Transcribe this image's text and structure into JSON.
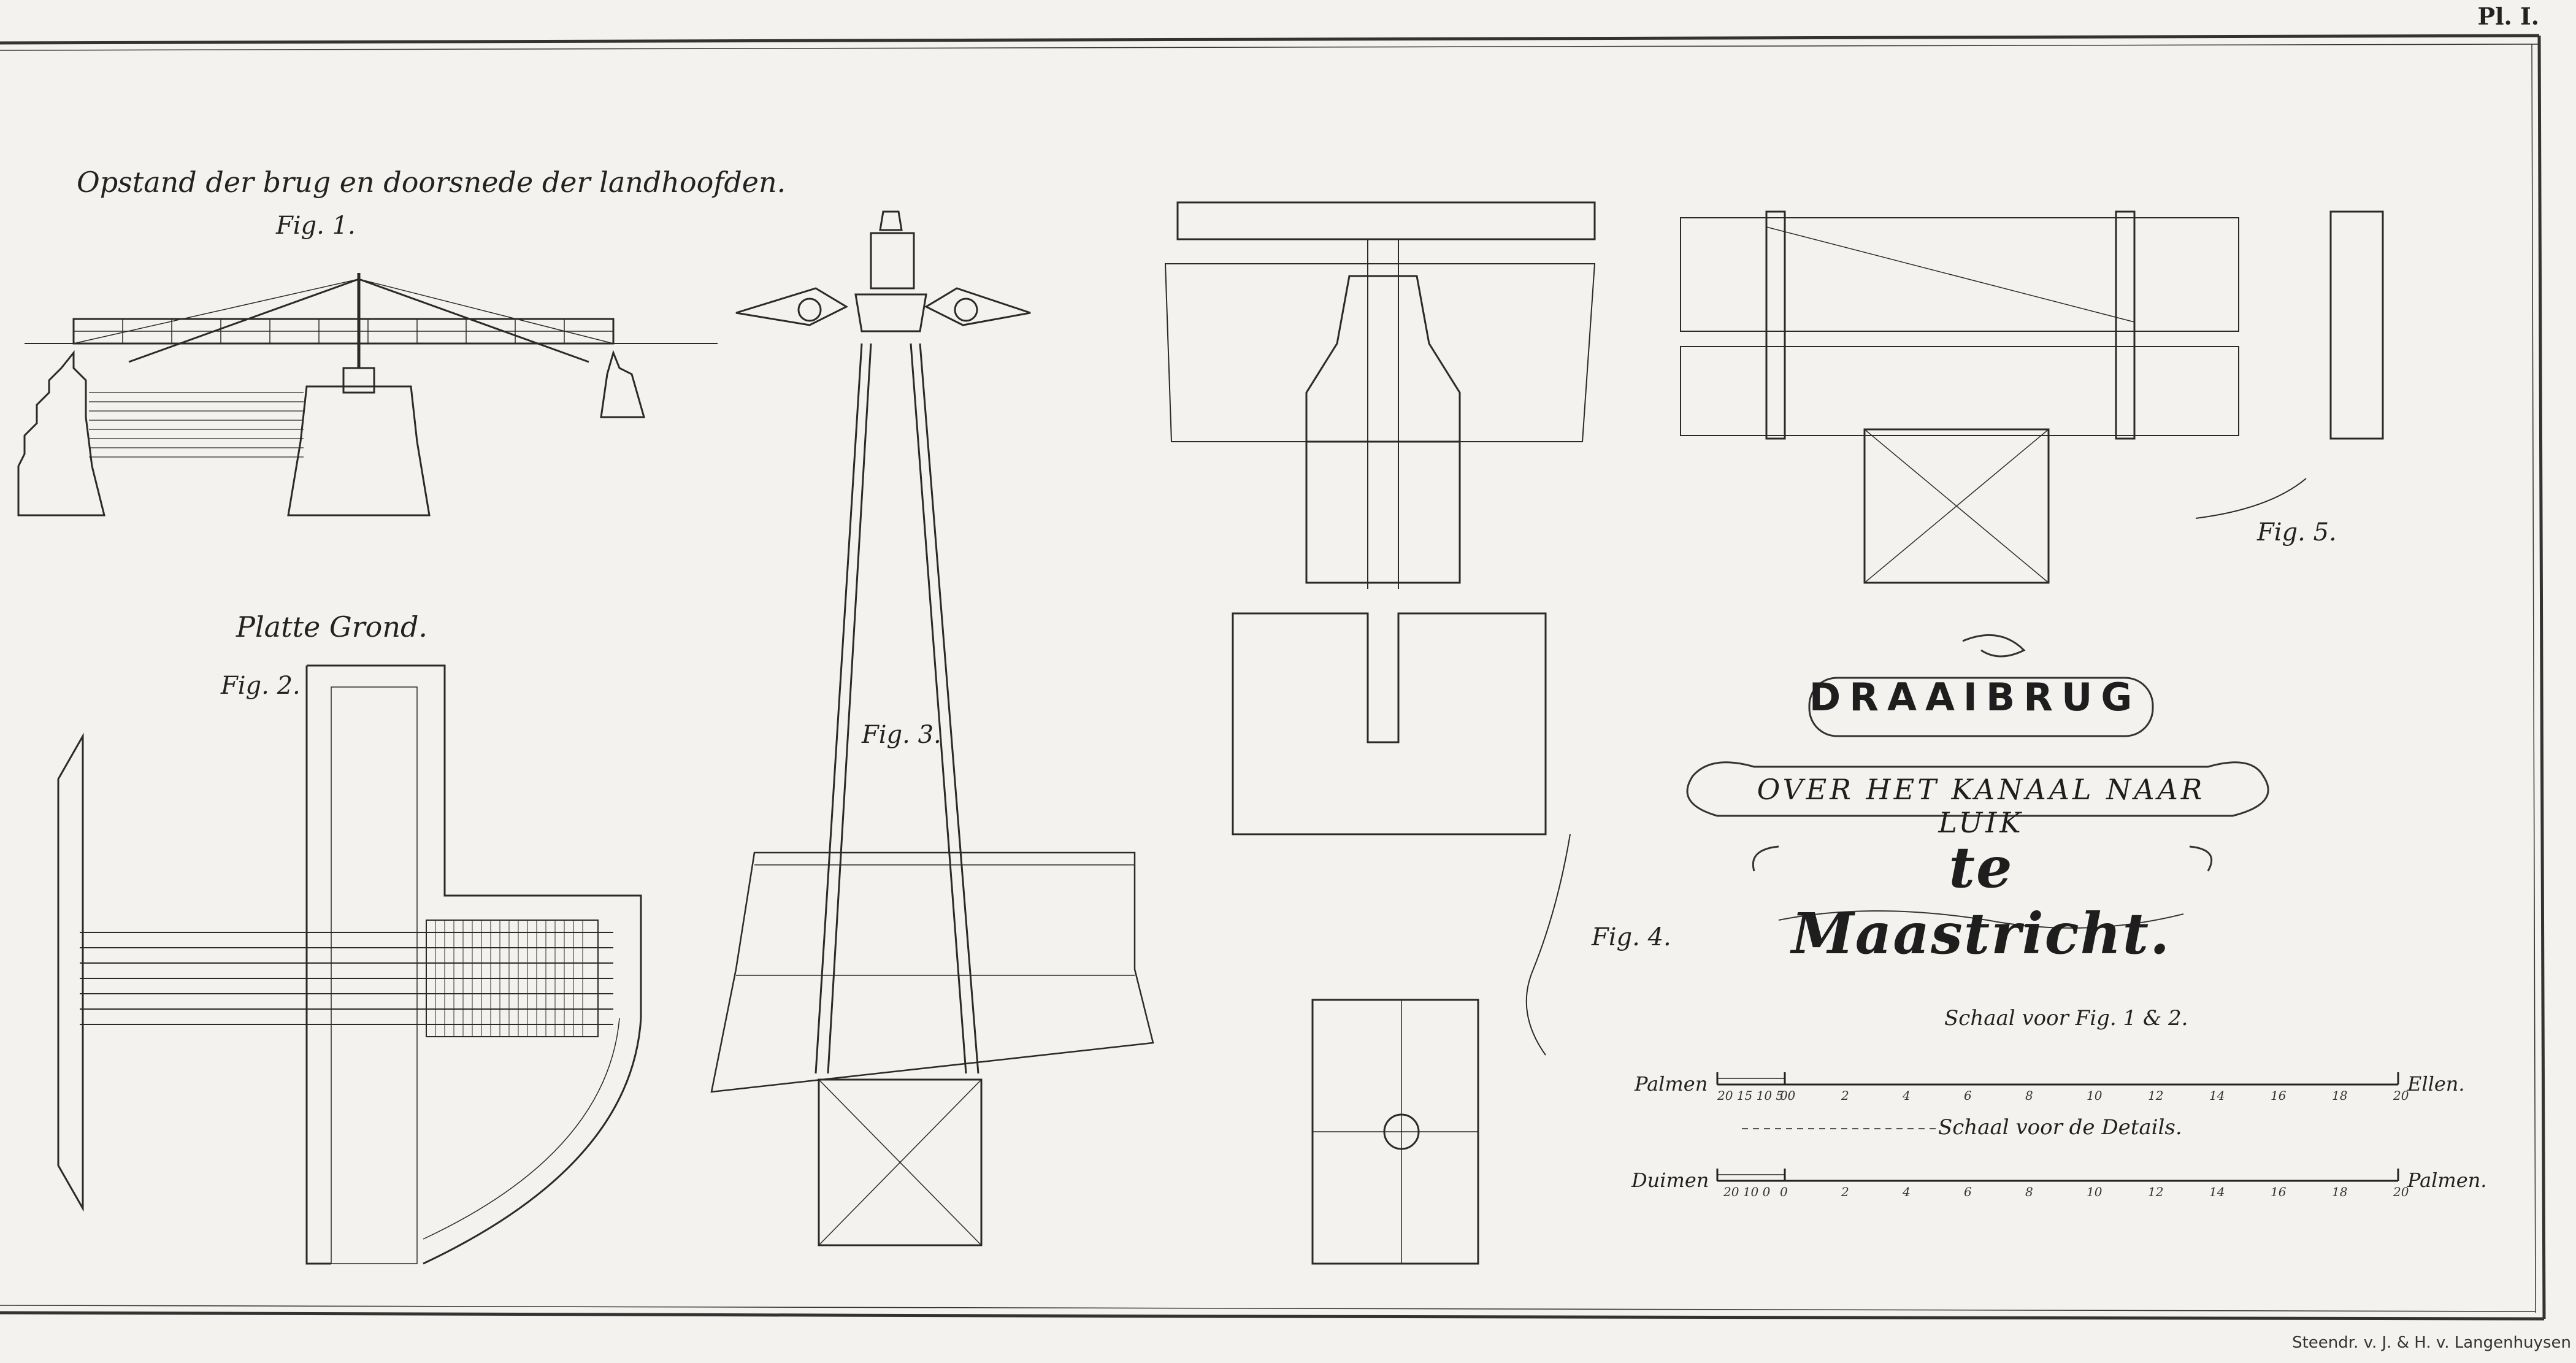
{
  "plate_number": "Pl. I.",
  "cartouche": {
    "line1": "DRAAIBRUG",
    "line2": "OVER HET KANAAL NAAR LUIK",
    "line3": "te Maastricht."
  },
  "figures": {
    "fig1_title": "Opstand der brug en doorsnede der landhoofden.",
    "fig1_label": "Fig. 1.",
    "fig2_title": "Platte Grond.",
    "fig2_label": "Fig. 2.",
    "fig3_label": "Fig. 3.",
    "fig4_label": "Fig. 4.",
    "fig5_label": "Fig. 5."
  },
  "scales": {
    "scale1_title": "Schaal voor Fig. 1 & 2.",
    "scale1_left": "Palmen",
    "scale1_sub": "20 15 10 5 0",
    "scale1_ticks": [
      "0",
      "2",
      "4",
      "6",
      "8",
      "10",
      "12",
      "14",
      "16",
      "18",
      "20"
    ],
    "scale1_right": "Ellen.",
    "scale2_title": "Schaal voor de Details.",
    "scale2_left": "Duimen",
    "scale2_sub": "20 10 0",
    "scale2_ticks": [
      "0",
      "2",
      "4",
      "6",
      "8",
      "10",
      "12",
      "14",
      "16",
      "18",
      "20"
    ],
    "scale2_right": "Palmen."
  },
  "printer_credit": "Steendr. v. J. & H. v. Langenhuysen"
}
